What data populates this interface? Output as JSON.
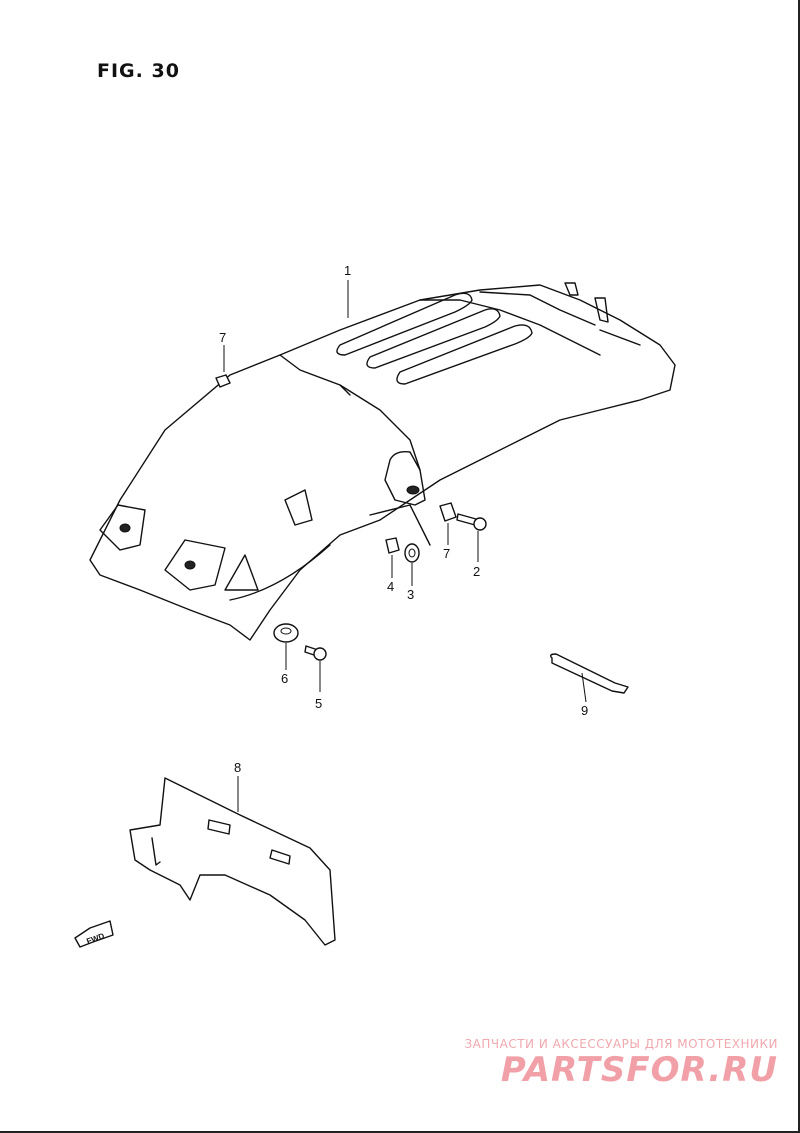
{
  "figure": {
    "title": "FIG. 30"
  },
  "callouts": [
    {
      "id": "1",
      "label": "1"
    },
    {
      "id": "2",
      "label": "2"
    },
    {
      "id": "3",
      "label": "3"
    },
    {
      "id": "4",
      "label": "4"
    },
    {
      "id": "5",
      "label": "5"
    },
    {
      "id": "6",
      "label": "6"
    },
    {
      "id": "7a",
      "label": "7"
    },
    {
      "id": "7b",
      "label": "7"
    },
    {
      "id": "8",
      "label": "8"
    },
    {
      "id": "9",
      "label": "9"
    }
  ],
  "direction_marker": {
    "label": "FWD"
  },
  "watermark": {
    "tagline": "ЗАПЧАСТИ И АКСЕССУАРЫ ДЛЯ МОТОТЕХНИКИ",
    "logo": "PARTSFOR.RU"
  },
  "colors": {
    "line": "#111111",
    "watermark": "#f2a0a8",
    "background": "#ffffff"
  }
}
